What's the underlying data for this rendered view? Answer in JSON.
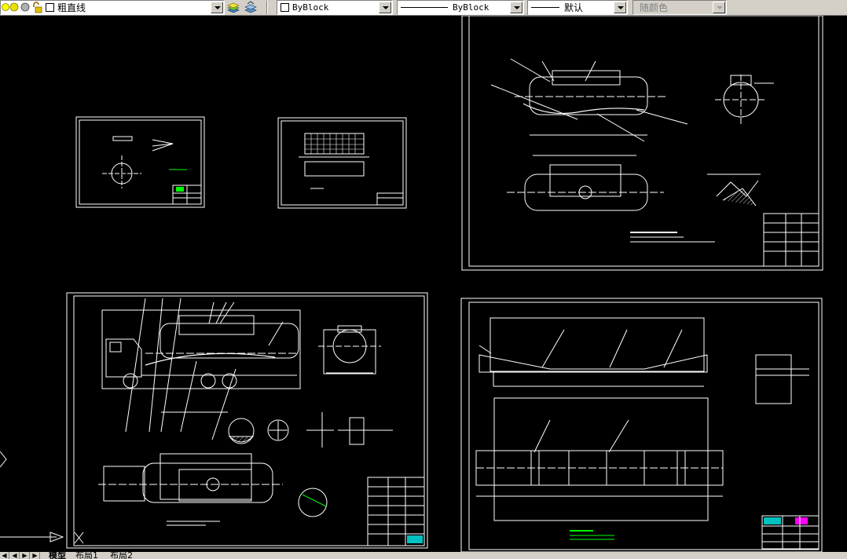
{
  "toolbar": {
    "layer_name": "粗直线",
    "color_value": "ByBlock",
    "linetype_value": "ByBlock",
    "lineweight_value": "默认",
    "plotstyle_value": "随颜色"
  },
  "icons": {
    "lightbulb": "lightbulb-icon",
    "sun": "freeze-sun-icon",
    "lock": "lock-icon",
    "layer_manager": "layer-manager-icon",
    "layer_previous": "layer-previous-icon"
  },
  "colors": {
    "toolbar_bg": "#d4d0c8",
    "canvas_bg": "#000000",
    "drawing_lines": "#ffffff",
    "green_text": "#00ff00",
    "cyan_block": "#00c0c0",
    "magenta_block": "#ff00ff"
  },
  "tabs": {
    "model": "模型",
    "layout1": "布局1",
    "layout2": "布局2"
  }
}
